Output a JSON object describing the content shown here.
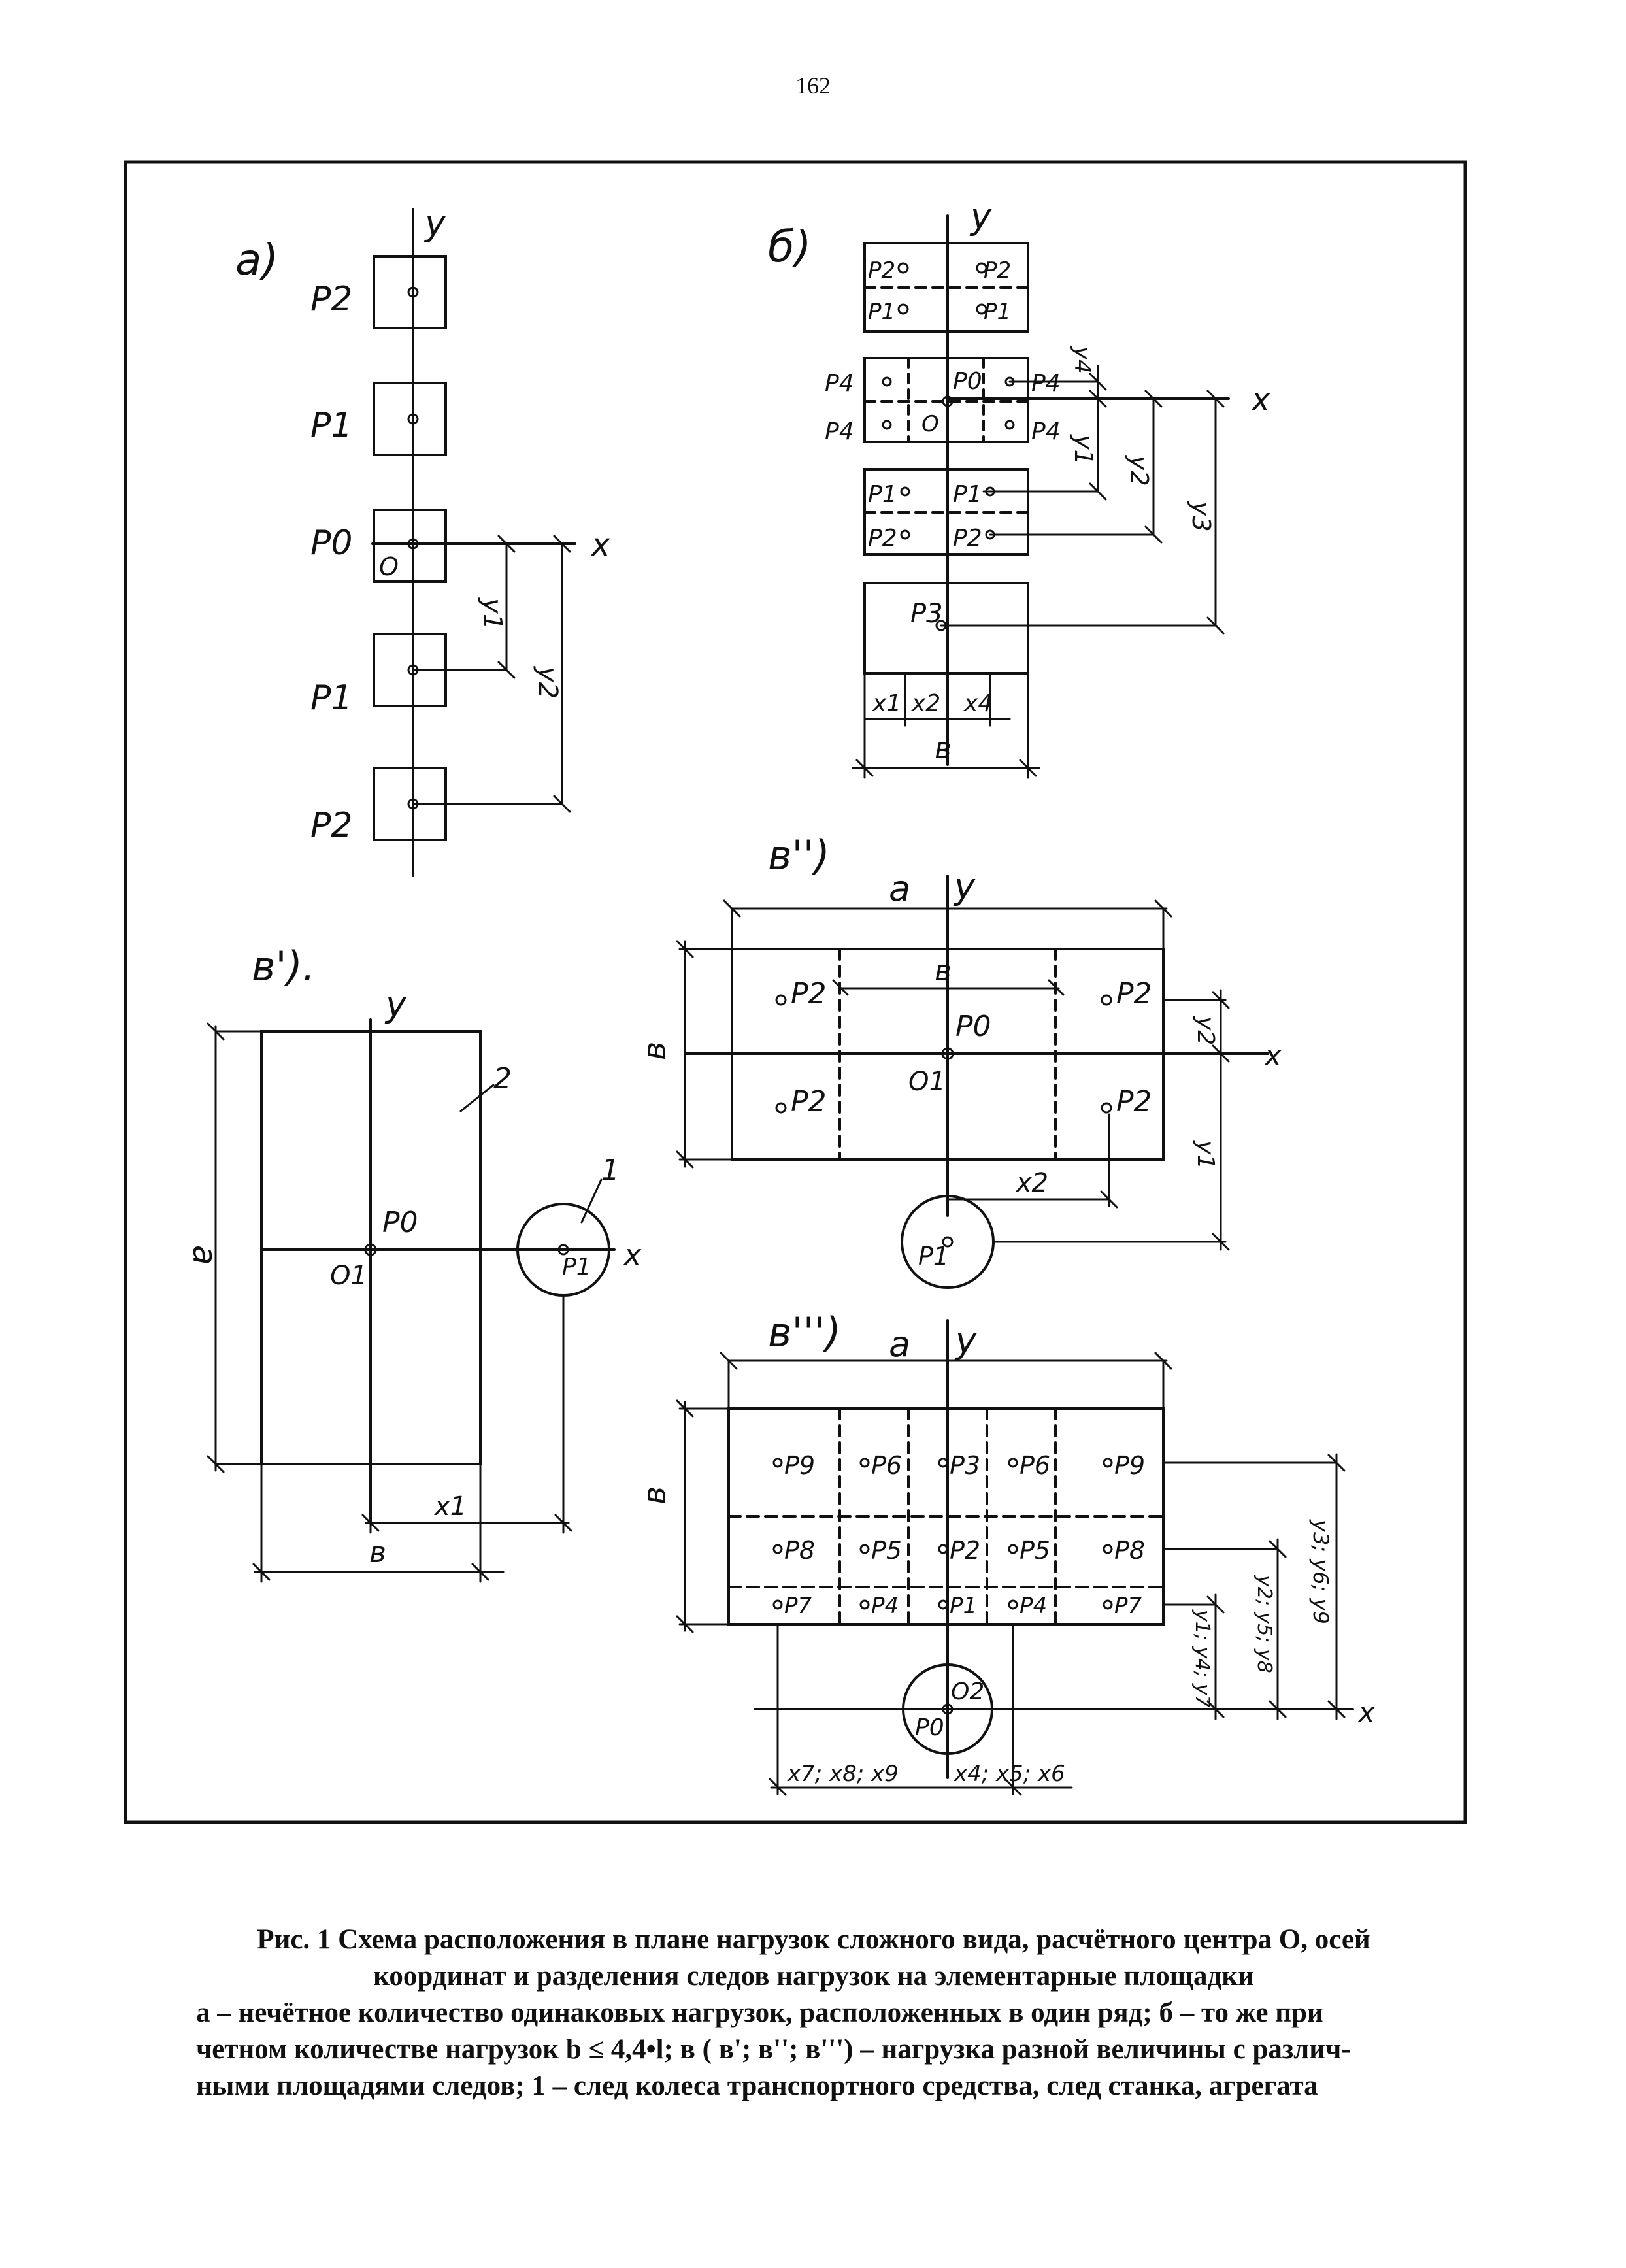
{
  "page_number": "162",
  "caption": {
    "title_line1": "Рис. 1 Схема расположения в плане нагрузок сложного вида, расчётного центра О, осей",
    "title_line2": "координат и разделения следов нагрузок на элементарные площадки",
    "body_line1": "а – нечётное количество одинаковых нагрузок, расположенных в один ряд; б – то же при",
    "body_line2": "четном количестве нагрузок b ≤ 4,4•l; в ( в'; в''; в''') – нагрузка разной величины с различ-",
    "body_line3": "ными площадями следов; 1 – след колеса транспортного средства, след станка, агрегата"
  },
  "panel_a": {
    "label": "а)",
    "axis_y": "y",
    "axis_x": "x",
    "origin": "O",
    "loads": [
      "P2",
      "P1",
      "P0",
      "P1",
      "P2"
    ],
    "dims": [
      "y1",
      "y2"
    ]
  },
  "panel_b": {
    "label": "б)",
    "axis_y": "y",
    "axis_x": "x",
    "origin": "O",
    "top_labels": [
      "P2",
      "P2",
      "P1",
      "P1"
    ],
    "mid_labels": [
      "P4",
      "P4",
      "P0",
      "P4",
      "P4"
    ],
    "low_labels": [
      "P1",
      "P1",
      "P2",
      "P2"
    ],
    "bottom_label": "P3",
    "dims_y": [
      "y4",
      "y1",
      "y2",
      "y3"
    ],
    "dims_x": [
      "x1",
      "x2",
      "x4"
    ],
    "width": "в"
  },
  "panel_v1": {
    "label": "в').",
    "axis_y": "y",
    "axis_x": "x",
    "origin": "O1",
    "load": "P0",
    "wheel": "P1",
    "wheel_callout": "1",
    "slab_callout": "2",
    "dim_a": "a",
    "dim_b": "в",
    "dim_x": "x1"
  },
  "panel_v2": {
    "label": "в'')",
    "axis_y": "y",
    "axis_x": "x",
    "origin": "O1",
    "load": "P0",
    "loads": [
      "P2",
      "P2",
      "P2",
      "P2"
    ],
    "wheel": "P1",
    "dim_a": "a",
    "dim_v_inner": "в",
    "dim_v": "в",
    "dims_y": [
      "y2",
      "y1"
    ],
    "dim_x": "x2"
  },
  "panel_v3": {
    "label": "в''')",
    "axis_y": "y",
    "axis_x": "x",
    "origin": "O2",
    "wheel": "P0",
    "row1": [
      "P9",
      "P6",
      "P3",
      "P6",
      "P9"
    ],
    "row2": [
      "P8",
      "P5",
      "P2",
      "P5",
      "P8"
    ],
    "row3": [
      "P7",
      "P4",
      "P1",
      "P4",
      "P7"
    ],
    "dim_a": "a",
    "dim_v": "в",
    "dims_y": [
      "y1; y4; y7",
      "y2; y5; y8",
      "y3; y6; y9"
    ],
    "dims_x": [
      "x7; x8; x9",
      "x4; x5; x6"
    ]
  }
}
